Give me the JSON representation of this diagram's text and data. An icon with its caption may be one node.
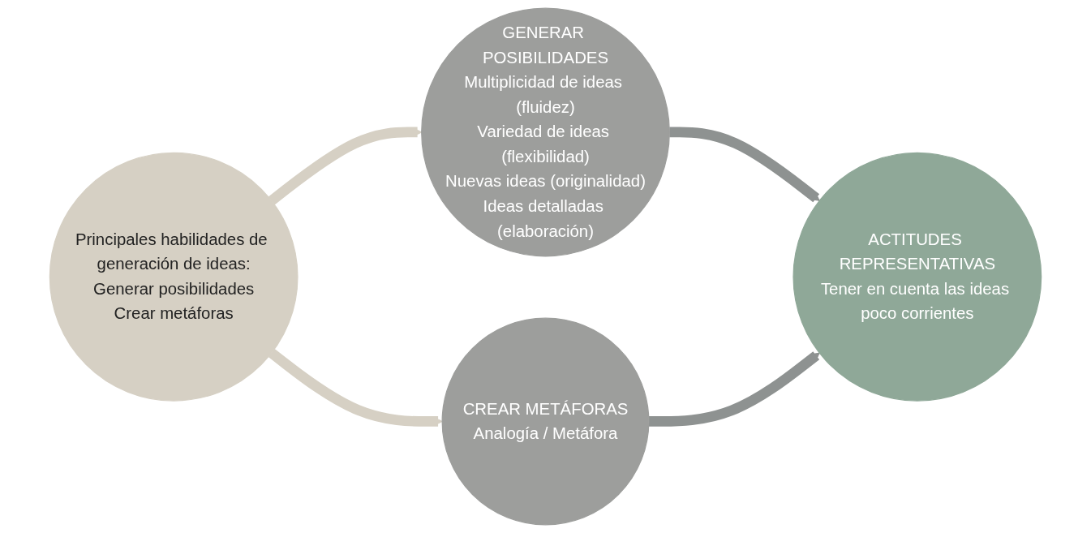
{
  "diagram": {
    "nodes": [
      {
        "text": [
          "Principales habilidades de generación de ideas:",
          "Generar posibilidades",
          "Crear metáforas"
        ]
      },
      {
        "text": [
          "GENERAR POSIBILIDADES",
          "Multiplicidad de ideas (fluidez)",
          "Variedad de ideas (flexibilidad)",
          "Nuevas ideas (originalidad)",
          "Ideas detalladas (elaboración)"
        ]
      },
      {
        "text": [
          "CREAR METÁFORAS",
          "Analogía / Metáfora"
        ]
      },
      {
        "text": [
          "ACTITUDES REPRESENTATIVAS",
          "Tener en cuenta las ideas poco corrientes"
        ]
      }
    ],
    "edges": [
      {
        "from": 0,
        "to": 1,
        "arrow": "to",
        "color": "#d6d0c4"
      },
      {
        "from": 0,
        "to": 2,
        "arrow": "to",
        "color": "#d6d0c4"
      },
      {
        "from": 1,
        "to": 3,
        "arrow": "to",
        "color": "#8e9291"
      },
      {
        "from": 2,
        "to": 3,
        "arrow": "to",
        "color": "#8e9291"
      }
    ]
  }
}
